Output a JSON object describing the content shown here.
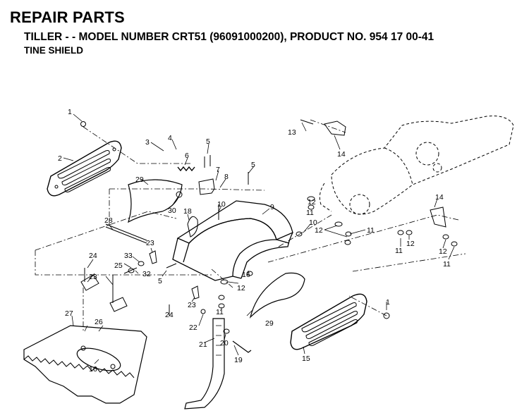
{
  "header": {
    "title": "REPAIR PARTS",
    "subtitle": "TILLER - - MODEL NUMBER CRT51 (96091000200), PRODUCT NO. 954 17 00-41",
    "section": "TINE SHIELD"
  },
  "callouts": [
    {
      "id": "c1a",
      "text": "1"
    },
    {
      "id": "c1b",
      "text": "1"
    },
    {
      "id": "c2",
      "text": "2"
    },
    {
      "id": "c3",
      "text": "3"
    },
    {
      "id": "c4",
      "text": "4"
    },
    {
      "id": "c5a",
      "text": "5"
    },
    {
      "id": "c5b",
      "text": "5"
    },
    {
      "id": "c5c",
      "text": "5"
    },
    {
      "id": "c6",
      "text": "6"
    },
    {
      "id": "c7",
      "text": "7"
    },
    {
      "id": "c8",
      "text": "8"
    },
    {
      "id": "c9",
      "text": "9"
    },
    {
      "id": "c10a",
      "text": "10"
    },
    {
      "id": "c10b",
      "text": "10"
    },
    {
      "id": "c11a",
      "text": "11"
    },
    {
      "id": "c11b",
      "text": "11"
    },
    {
      "id": "c11c",
      "text": "11"
    },
    {
      "id": "c11d",
      "text": "11"
    },
    {
      "id": "c11e",
      "text": "11"
    },
    {
      "id": "c12a",
      "text": "12"
    },
    {
      "id": "c12b",
      "text": "12"
    },
    {
      "id": "c12c",
      "text": "12"
    },
    {
      "id": "c12d",
      "text": "12"
    },
    {
      "id": "c12e",
      "text": "12"
    },
    {
      "id": "c13",
      "text": "13"
    },
    {
      "id": "c14a",
      "text": "14"
    },
    {
      "id": "c14b",
      "text": "14"
    },
    {
      "id": "c15",
      "text": "15"
    },
    {
      "id": "c16a",
      "text": "16"
    },
    {
      "id": "c16b",
      "text": "16"
    },
    {
      "id": "c18",
      "text": "18"
    },
    {
      "id": "c19",
      "text": "19"
    },
    {
      "id": "c20",
      "text": "20"
    },
    {
      "id": "c21",
      "text": "21"
    },
    {
      "id": "c22",
      "text": "22"
    },
    {
      "id": "c23a",
      "text": "23"
    },
    {
      "id": "c23b",
      "text": "23"
    },
    {
      "id": "c23c",
      "text": "23"
    },
    {
      "id": "c24a",
      "text": "24"
    },
    {
      "id": "c24b",
      "text": "24"
    },
    {
      "id": "c25",
      "text": "25"
    },
    {
      "id": "c26",
      "text": "26"
    },
    {
      "id": "c27",
      "text": "27"
    },
    {
      "id": "c28",
      "text": "28"
    },
    {
      "id": "c29a",
      "text": "29"
    },
    {
      "id": "c29b",
      "text": "29"
    },
    {
      "id": "c30",
      "text": "30"
    },
    {
      "id": "c32",
      "text": "32"
    },
    {
      "id": "c33",
      "text": "33"
    }
  ]
}
